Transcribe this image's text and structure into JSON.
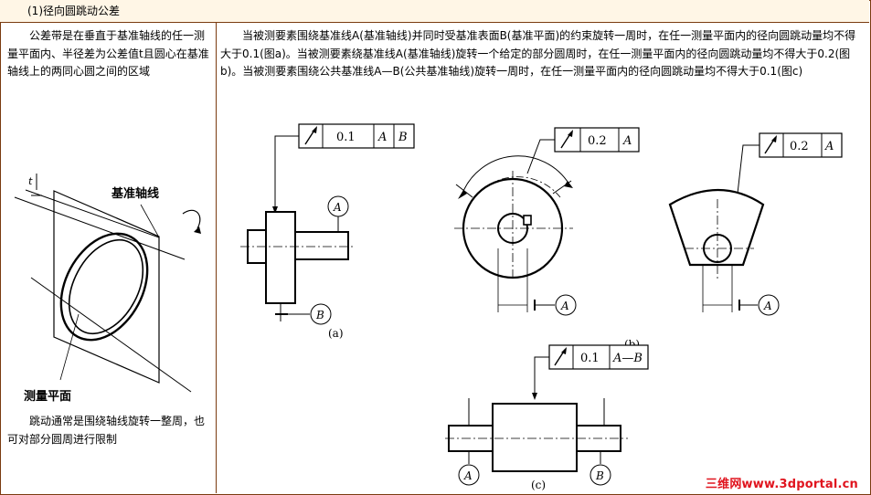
{
  "section_title": "(1)径向圆跳动公差",
  "left": {
    "para1": "公差带是在垂直于基准轴线的任一测量平面内、半径差为公差值t且圆心在基准轴线上的两同心圆之间的区域",
    "t_label": "t",
    "datum_axis_label": "基准轴线",
    "measure_plane_label": "测量平面",
    "para2": "跳动通常是围绕轴线旋转一整周，也可对部分圆周进行限制"
  },
  "right": {
    "para": "当被测要素围绕基准线A(基准轴线)并同时受基准表面B(基准平面)的约束旋转一周时，在任一测量平面内的径向圆跳动量均不得大于0.1(图a)。当被测要素绕基准线A(基准轴线)旋转一个给定的部分圆周时，在任一测量平面内的径向圆跳动量均不得大于0.2(图b)。当被测要素围绕公共基准线A—B(公共基准轴线)旋转一周时，在任一测量平面内的径向圆跳动量均不得大于0.1(图c)"
  },
  "fig_a": {
    "tol": "0.1",
    "datum1": "A",
    "datum2": "B",
    "bubble_a": "A",
    "bubble_b": "B",
    "caption": "(a)"
  },
  "fig_b": {
    "tol": "0.2",
    "datum1": "A",
    "bubble_a": "A",
    "caption": "(b)"
  },
  "fig_b2": {
    "tol": "0.2",
    "datum1": "A",
    "bubble_a": "A"
  },
  "fig_c": {
    "tol": "0.1",
    "datum1": "A—B",
    "bubble_a": "A",
    "bubble_b": "B",
    "caption": "(c)"
  },
  "watermark": "三维网www.3dportal.cn",
  "colors": {
    "border": "#7a3b10",
    "header_bg": "#fff6e6",
    "watermark": "#e0141e"
  },
  "icons": {
    "runout": "runout-arrow-icon"
  }
}
